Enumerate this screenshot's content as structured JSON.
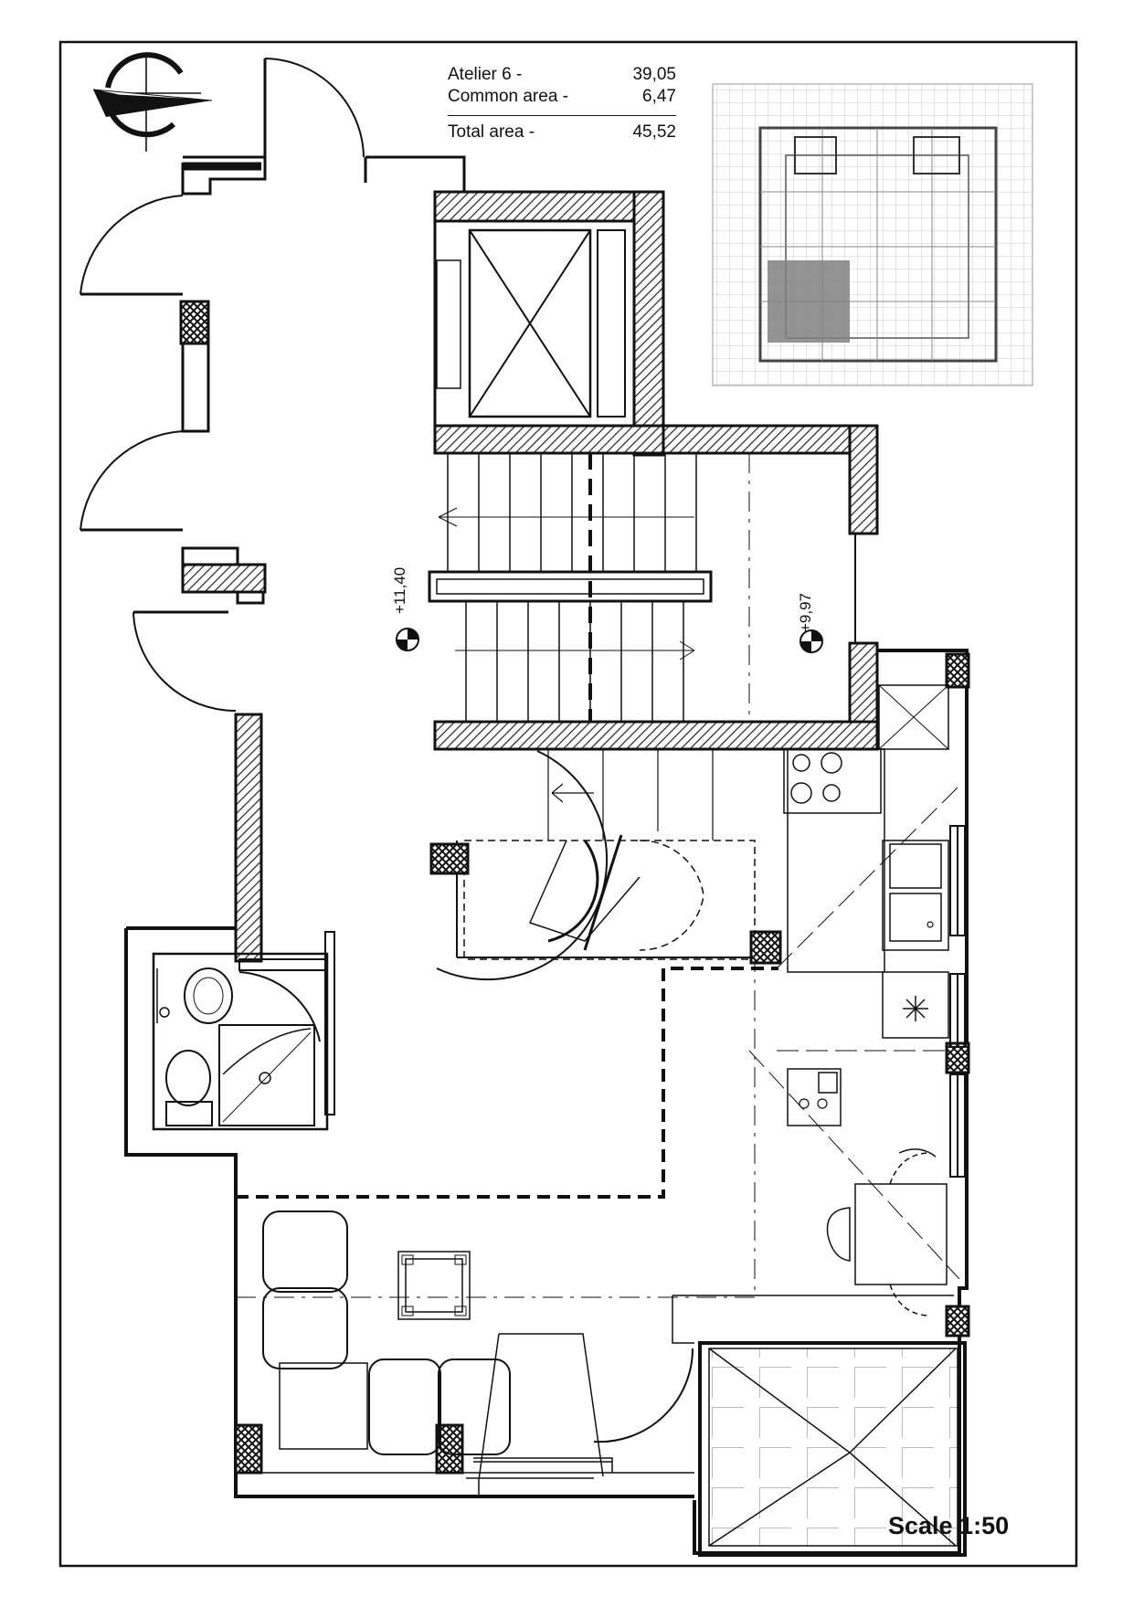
{
  "area_table": {
    "rows": [
      {
        "label": "Atelier  6 -",
        "value": "39,05"
      },
      {
        "label": "Common area -",
        "value": "6,47"
      }
    ],
    "total": {
      "label": "Total area -",
      "value": "45,52"
    }
  },
  "levels": [
    "+11,40",
    "+9,97"
  ],
  "scale_text": "Scale 1:50",
  "colors": {
    "line": "#111111",
    "hatch": "#222222",
    "key_highlight": "#808080"
  },
  "icons": [
    "north-arrow-icon",
    "level-marker-icon"
  ]
}
